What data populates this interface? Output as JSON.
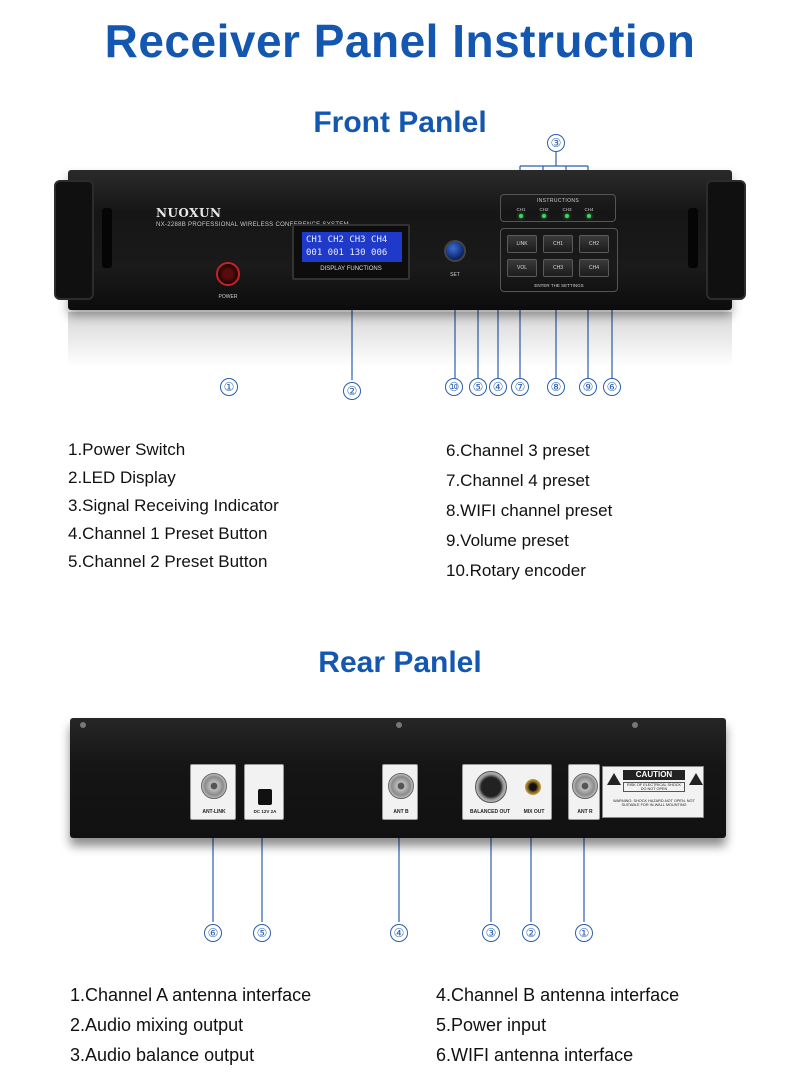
{
  "page_title": "Receiver Panel Instruction",
  "front": {
    "title": "Front Panlel",
    "device": {
      "logo": "NUOXUN",
      "model": "NX-2288B  PROFESSIONAL WIRELESS CONFERENCE SYSTEM",
      "power_label": "POWER",
      "lcd_line1": "CH1 CH2 CH3 CH4",
      "lcd_line2": "001 001 130 006",
      "display_label": "DISPLAY FUNCTIONS",
      "set_label": "SET",
      "indicator_title": "INSTRUCTIONS",
      "led_labels": [
        "CH1",
        "CH2",
        "CH3",
        "CH4"
      ],
      "buttons_row1": [
        "LINK",
        "CH1",
        "CH2"
      ],
      "buttons_row2": [
        "VOL",
        "CH3",
        "CH4"
      ],
      "settings_label": "ENTER THE SETTINGS"
    },
    "callouts": [
      "①",
      "②",
      "③",
      "④",
      "⑤",
      "⑥",
      "⑦",
      "⑧",
      "⑨",
      "⑩"
    ],
    "list_left": [
      "1.Power Switch",
      "2.LED Display",
      "3.Signal Receiving Indicator",
      "4.Channel 1 Preset Button",
      "5.Channel 2 Preset Button"
    ],
    "list_right": [
      "6.Channel 3 preset",
      "7.Channel 4 preset",
      "8.WIFI channel preset",
      "9.Volume preset",
      "10.Rotary encoder"
    ]
  },
  "rear": {
    "title": "Rear Panlel",
    "device": {
      "ant_link": "ANT-LINK",
      "dc": "DC 12V 2A",
      "ant_b": "ANT B",
      "balanced_out": "BALANCED OUT",
      "mix_out": "MIX OUT",
      "ant_r": "ANT R",
      "caution_title": "CAUTION",
      "caution_sub": "RISK OF ELECTRICAL SHOCK DO NOT OPEN",
      "warning": "WARNING: SHOCK HAZARD-NOT OPEN. NOT SUITABLE FOR IN-WALL MOUNTING"
    },
    "callouts": [
      "⑥",
      "⑤",
      "④",
      "③",
      "②",
      "①"
    ],
    "list_left": [
      "1.Channel A antenna interface",
      "2.Audio mixing output",
      "3.Audio balance output"
    ],
    "list_right": [
      "4.Channel B antenna interface",
      "5.Power input",
      "6.WIFI antenna interface"
    ]
  },
  "colors": {
    "title_blue": "#1357b0",
    "callout_blue": "#2a5fae",
    "led_green": "#39d85e",
    "lcd_blue": "#1f39c8",
    "power_red": "#c62424"
  }
}
